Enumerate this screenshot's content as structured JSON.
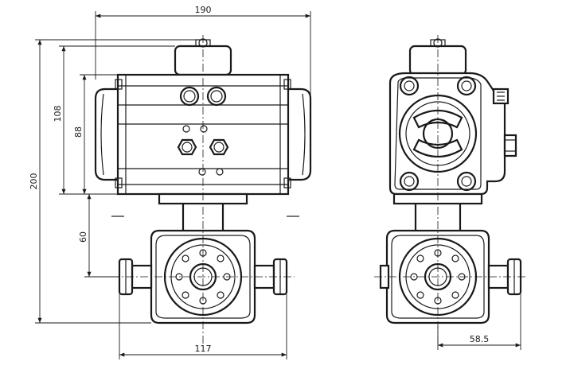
{
  "dimensions": {
    "overall_width": "190",
    "overall_height": "200",
    "actuator_height": "108",
    "actuator_body_height": "88",
    "port_center_height": "60",
    "valve_width": "117",
    "side_offset": "58.5"
  },
  "colors": {
    "line": "#1a1a1a",
    "background": "#ffffff"
  }
}
